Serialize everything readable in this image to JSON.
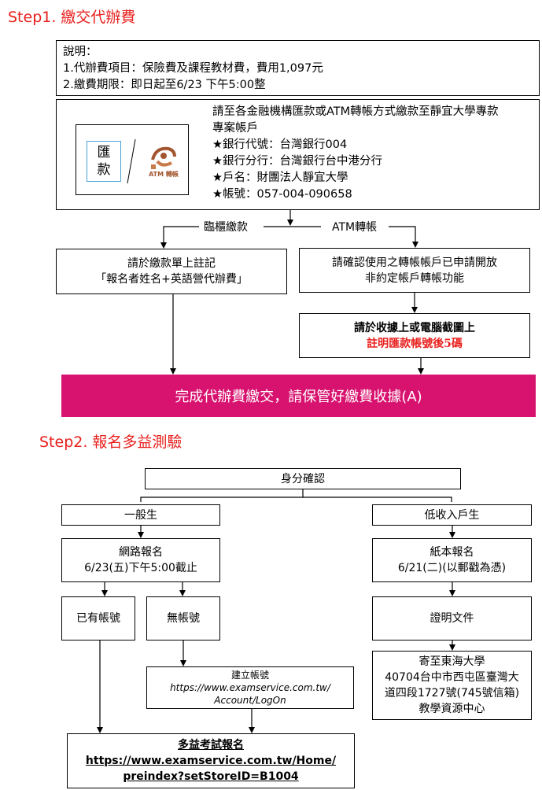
{
  "step1": {
    "title": "Step1. 繳交代辦費",
    "notes": [
      "說明：",
      "1.代辦費項目：保險費及課程教材費，費用1,097元",
      "2.繳費期限：即日起至6/23 下午5:00整"
    ],
    "remit_icon_text": "匯款",
    "atm_icon_text": "ATM 轉帳",
    "account_lines": [
      "請至各金融機構匯款或ATM轉帳方式繳款至靜宜大學專款",
      "專案帳戶",
      "★銀行代號：台灣銀行004",
      "★銀行分行：台灣銀行台中港分行",
      "★戶名：財團法人靜宜大學",
      "★帳號：057-004-090658"
    ],
    "branch_counter": "臨櫃繳款",
    "branch_atm": "ATM轉帳",
    "counter_note": [
      "請於繳款單上註記",
      "「報名者姓名+英語營代辦費」"
    ],
    "atm_note": [
      "請確認使用之轉帳帳戶已申請開放",
      "非約定帳戶轉帳功能"
    ],
    "receipt_note": [
      "請於收據上或電腦截圖上",
      "註明匯款帳號後5碼"
    ],
    "done_banner": "完成代辦費繳交，請保管好繳費收據(A)",
    "banner_color": "#d8126f"
  },
  "step2": {
    "title": "Step2. 報名多益測驗",
    "identity": "身分確認",
    "general": "一般生",
    "low_income": "低收入戶生",
    "online": [
      "網路報名",
      "6/23(五)下午5:00截止"
    ],
    "paper": [
      "紙本報名",
      "6/21(二)(以郵戳為憑)"
    ],
    "has_account": "已有帳號",
    "no_account": "無帳號",
    "proof_docs": "證明文件",
    "create_account": [
      "建立帳號",
      "https://www.examservice.com.tw/",
      "Account/LogOn"
    ],
    "mail_to": [
      "寄至東海大學",
      "40704台中市西屯區臺灣大",
      "道四段1727號(745號信箱)",
      "教學資源中心"
    ],
    "register": [
      "多益考試報名",
      "https://www.examservice.com.tw/Home/",
      "preindex?setStoreID=B1004"
    ]
  }
}
